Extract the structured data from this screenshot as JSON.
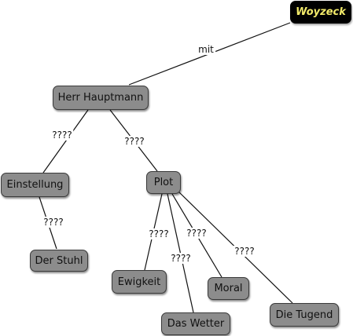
{
  "nodes": {
    "woyzeck": "Woyzeck",
    "hauptmann": "Herr Hauptmann",
    "einstellung": "Einstellung",
    "plot": "Plot",
    "stuhl": "Der Stuhl",
    "ewigkeit": "Ewigkeit",
    "wetter": "Das Wetter",
    "moral": "Moral",
    "tugend": "Die Tugend"
  },
  "edges": {
    "mit": "mit",
    "hauptmann_einstellung": "????",
    "hauptmann_plot": "????",
    "einstellung_stuhl": "????",
    "plot_ewigkeit": "????",
    "plot_moral": "????",
    "plot_wetter": "????",
    "plot_tugend": "????"
  },
  "colors": {
    "node_fill": "#8c8c8c",
    "root_fill": "#000000",
    "root_text": "#f2ea6a",
    "line": "#111111"
  }
}
